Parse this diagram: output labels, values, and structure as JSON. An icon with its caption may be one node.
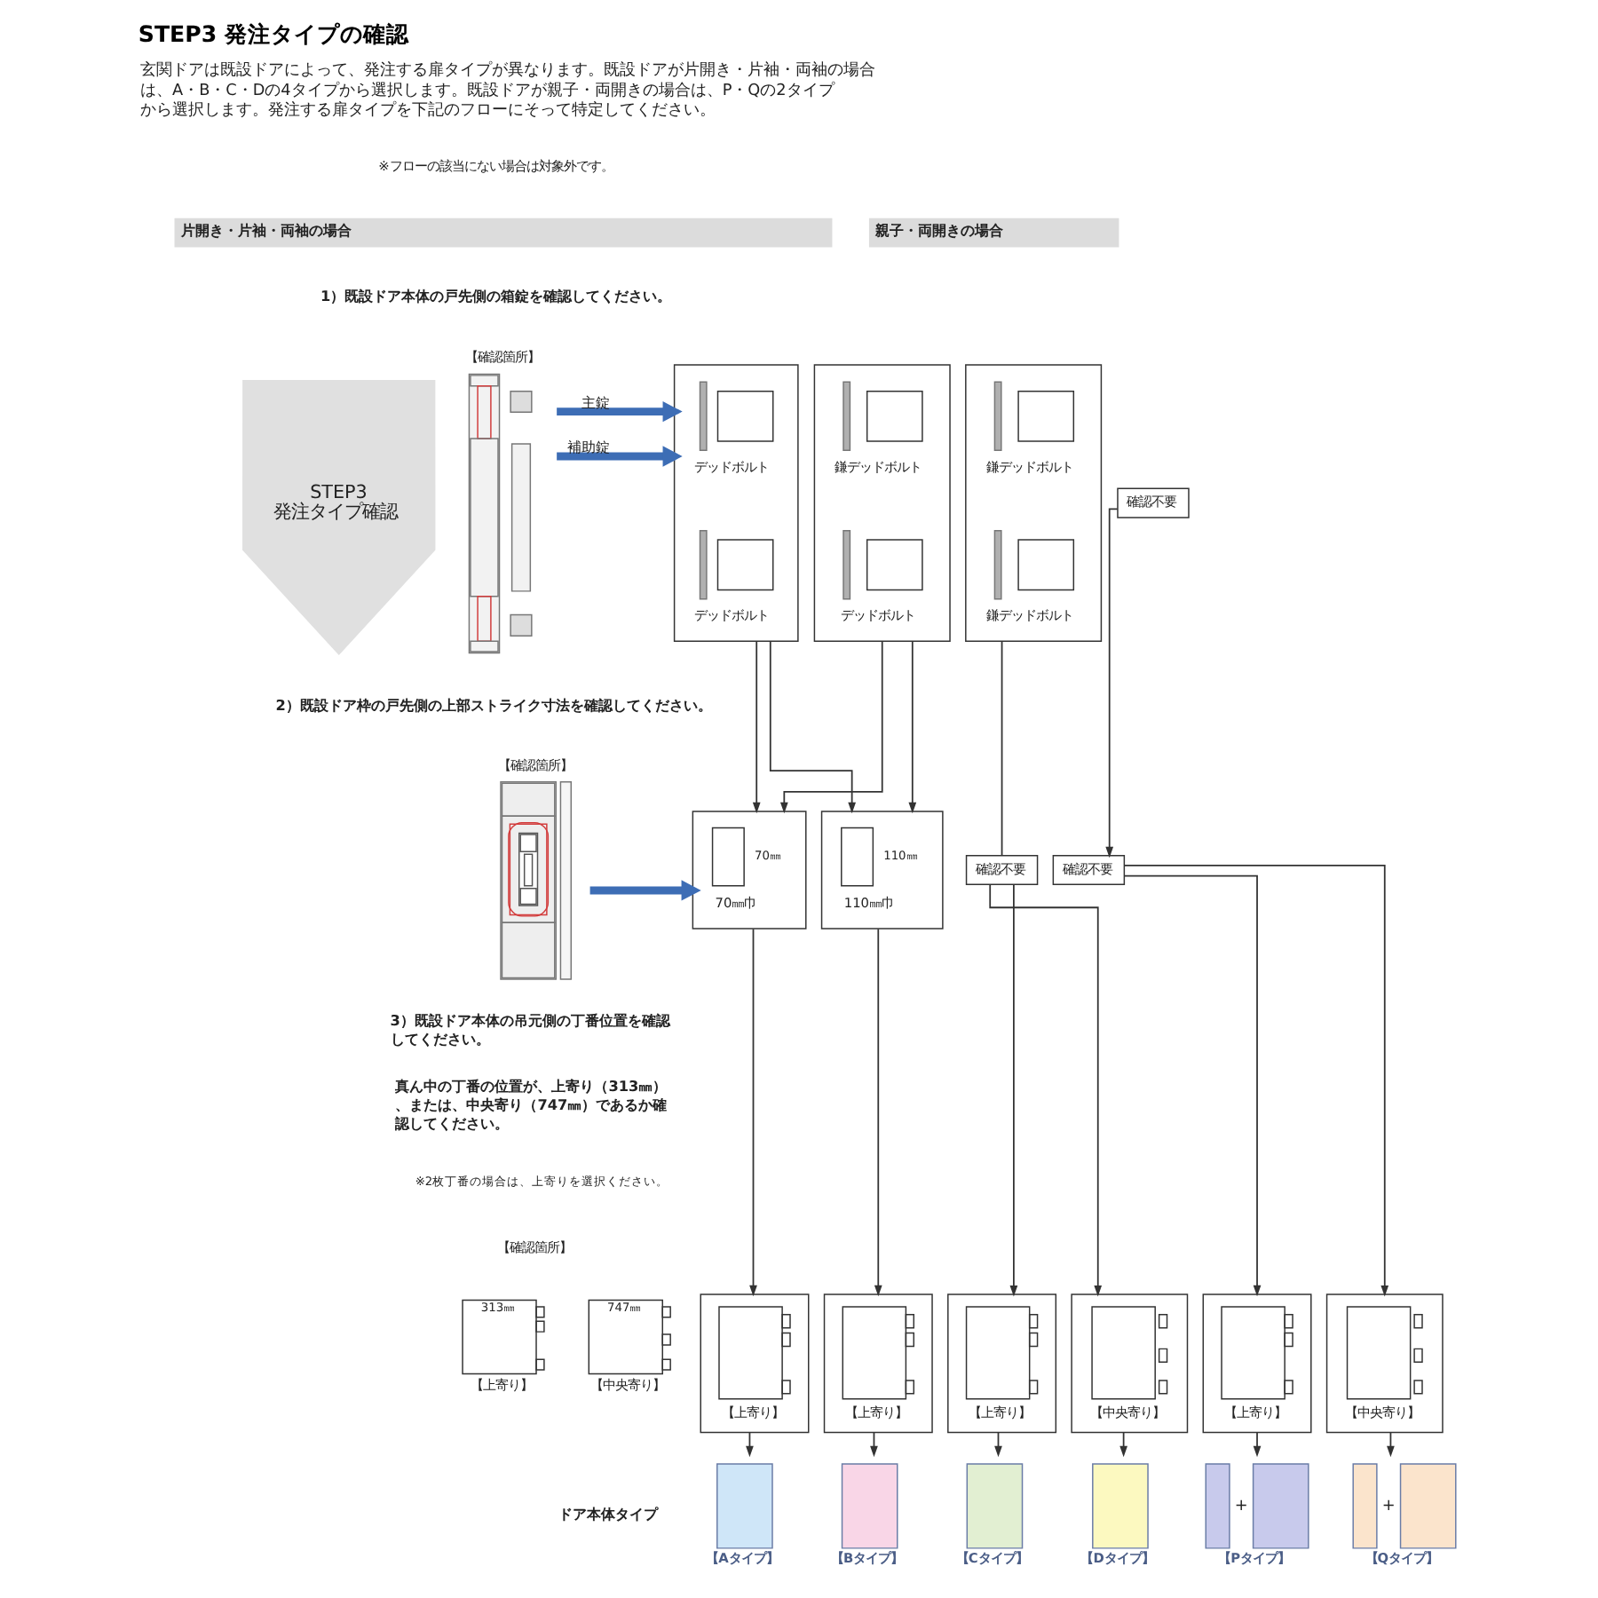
{
  "diagram": {
    "title": "STEP3 発注タイプの確認",
    "nodes": [
      {
        "text": [
          "STEP3 発注タイプ確認"
        ]
      },
      {
        "text": [
          "片開き・片袖・両袖の場合"
        ]
      },
      {
        "text": [
          "親子・両開きの場合"
        ]
      },
      {
        "text": [],
        "shape": "picture",
        "beside": [
          "【確認箇所】"
        ]
      },
      {
        "text": [
          "デッドボルト",
          "デッドボルト"
        ]
      },
      {
        "text": [
          "鎌デッドボルト",
          "デッドボルト"
        ]
      },
      {
        "text": [
          "鎌デッドボルト",
          "鎌デッドボルト"
        ]
      },
      {
        "text": [
          "確認不要"
        ]
      },
      {
        "text": [],
        "shape": "picture",
        "beside": [
          "【確認箇所】"
        ]
      },
      {
        "text": [
          "70㎜",
          "70㎜巾"
        ]
      },
      {
        "text": [
          "110㎜",
          "110㎜巾"
        ]
      },
      {
        "text": [
          "確認不要"
        ]
      },
      {
        "text": [
          "確認不要"
        ]
      },
      {
        "text": [
          "【上寄り】"
        ]
      },
      {
        "text": [
          "【上寄り】"
        ]
      },
      {
        "text": [
          "【上寄り】"
        ]
      },
      {
        "text": [
          "【中央寄り】"
        ]
      },
      {
        "text": [
          "【上寄り】"
        ]
      },
      {
        "text": [
          "【中央寄り】"
        ]
      },
      {
        "text": [
          "313㎜"
        ],
        "beside": [
          "【上寄り】"
        ]
      },
      {
        "text": [
          "747㎜"
        ],
        "beside": [
          "【中央寄り】"
        ]
      },
      {
        "text": [
          "【Aタイプ】"
        ]
      },
      {
        "text": [
          "【Bタイプ】"
        ]
      },
      {
        "text": [
          "【Cタイプ】"
        ]
      },
      {
        "text": [
          "【Dタイプ】"
        ]
      },
      {
        "text": [
          "+",
          "【Pタイプ】"
        ]
      },
      {
        "text": [
          "+",
          "【Qタイプ】"
        ]
      }
    ],
    "edges": [
      {
        "from": 3,
        "to": 4,
        "arrow": "to",
        "label": "主錠",
        "style": "thick",
        "color": "#3d6db5"
      },
      {
        "from": 3,
        "to": 4,
        "arrow": "to",
        "label": "補助錠",
        "style": "thick",
        "color": "#3d6db5"
      },
      {
        "from": 4,
        "to": 9,
        "arrow": "to"
      },
      {
        "from": 4,
        "to": 10,
        "arrow": "to"
      },
      {
        "from": 5,
        "to": 9,
        "arrow": "to"
      },
      {
        "from": 5,
        "to": 10,
        "arrow": "to"
      },
      {
        "from": 6,
        "to": 11,
        "arrow": "none"
      },
      {
        "from": 7,
        "to": 12,
        "arrow": "to"
      },
      {
        "from": 8,
        "to": 9,
        "arrow": "to",
        "style": "thick",
        "color": "#3d6db5"
      },
      {
        "from": 9,
        "to": 13,
        "arrow": "to"
      },
      {
        "from": 10,
        "to": 14,
        "arrow": "to"
      },
      {
        "from": 11,
        "to": 15,
        "arrow": "to"
      },
      {
        "from": 11,
        "to": 16,
        "arrow": "to"
      },
      {
        "from": 12,
        "to": 17,
        "arrow": "to"
      },
      {
        "from": 12,
        "to": 18,
        "arrow": "to"
      },
      {
        "from": 13,
        "to": 21,
        "arrow": "to"
      },
      {
        "from": 14,
        "to": 22,
        "arrow": "to"
      },
      {
        "from": 15,
        "to": 23,
        "arrow": "to"
      },
      {
        "from": 16,
        "to": 24,
        "arrow": "to"
      },
      {
        "from": 17,
        "to": 25,
        "arrow": "to"
      },
      {
        "from": 18,
        "to": 26,
        "arrow": "to"
      }
    ],
    "labels": [
      "玄関ドアは既設ドアによって、発注する扉タイプが異なります。既設ドアが片開き・片袖・両袖の場合は、A・B・C・Dの4タイプから選択します。既設ドアが親子・両開きの場合は、P・Qの2タイプから選択します。発注する扉タイプを下記のフローにそって特定してください。",
      "※フローの該当にない場合は対象外です。",
      "1）既設ドア本体の戸先側の箱錠を確認してください。",
      "2）既設ドア枠の戸先側の上部ストライク寸法を確認してください。",
      "3）既設ドア本体の吊元側の丁番位置を確認してください。",
      "真ん中の丁番の位置が、上寄り（313㎜）、または、中央寄り（747㎜）であるか確認してください。",
      "※2枚丁番の場合は、上寄りを選択ください。",
      "【確認箇所】",
      "ドア本体タイプ"
    ]
  }
}
